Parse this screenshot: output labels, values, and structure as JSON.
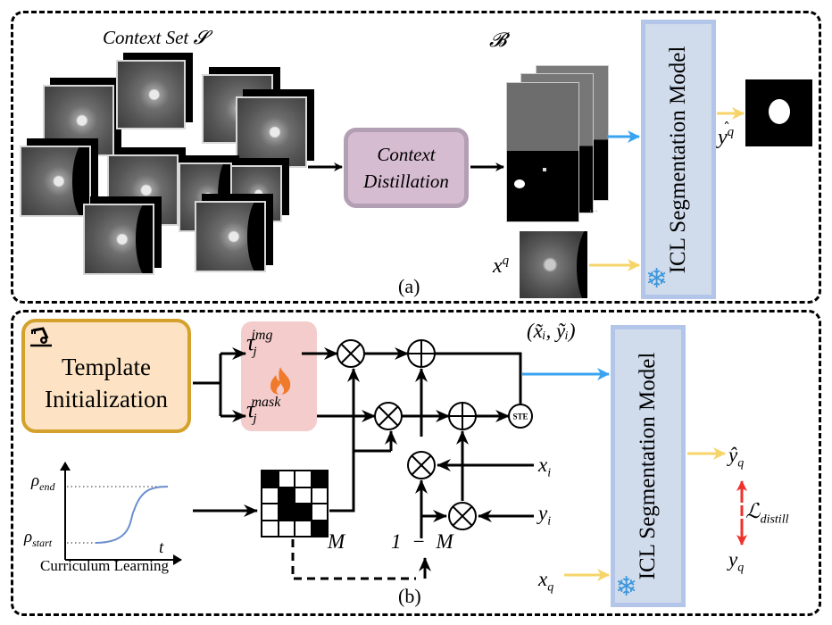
{
  "panel_a": {
    "caption": "(a)",
    "context_set_title": "Context Set ",
    "context_set_symbol": "𝓢",
    "buffer_symbol": "𝓑",
    "context_distillation_line1": "Context",
    "context_distillation_line2": "Distillation",
    "icl_model_label": "ICL Segmentation Model",
    "query_input_label": "x",
    "query_input_sup": "q",
    "prediction_label": "y",
    "prediction_sup": "q",
    "frozen_icon": "snowflake-icon"
  },
  "panel_b": {
    "caption": "(b)",
    "template_init_line1": "Template",
    "template_init_line2": "Initialization",
    "template_init_icon": "robot-arm-icon",
    "tau_img_base": "τ",
    "tau_img_sub": "j",
    "tau_img_sup": "img",
    "tau_mask_base": "τ",
    "tau_mask_sub": "j",
    "tau_mask_sup": "mask",
    "trainable_icon": "fire-icon",
    "output_pair": "(x̃ᵢ, ỹᵢ)",
    "ste_label": "STE",
    "mask_label": "M",
    "inverse_mask_label": "1 − M",
    "x_i_base": "x",
    "x_i_sub": "i",
    "y_i_base": "y",
    "y_i_sub": "i",
    "x_q_base": "x",
    "x_q_sub": "q",
    "y_hat_q_base": "ŷ",
    "y_hat_q_sub": "q",
    "y_q_base": "y",
    "y_q_sub": "q",
    "loss_base": "ℒ",
    "loss_sub": "distill",
    "icl_model_label": "ICL Segmentation Model",
    "frozen_icon": "snowflake-icon",
    "mask_grid": [
      [
        1,
        0,
        0,
        1
      ],
      [
        0,
        1,
        0,
        0
      ],
      [
        0,
        1,
        1,
        0
      ],
      [
        0,
        0,
        0,
        1
      ]
    ],
    "curriculum": {
      "title": "Curriculum Learning",
      "y_high_base": "ρ",
      "y_high_sub": "end",
      "y_low_base": "ρ",
      "y_low_sub": "start",
      "x_axis": "t"
    }
  },
  "colors": {
    "context_arrow": "#3aa3f0",
    "query_arrow": "#f6d46a",
    "loss_arrow": "#f0312a",
    "icl_fill": "#d0dbec",
    "icl_border": "#b3c5e8",
    "distill_fill": "#d6bcd0",
    "template_fill": "#fde3c4",
    "template_border": "#d4a12c",
    "tau_fill": "#f5cccc",
    "fire": "#f07a2c",
    "curve": "#6b8fcf"
  }
}
